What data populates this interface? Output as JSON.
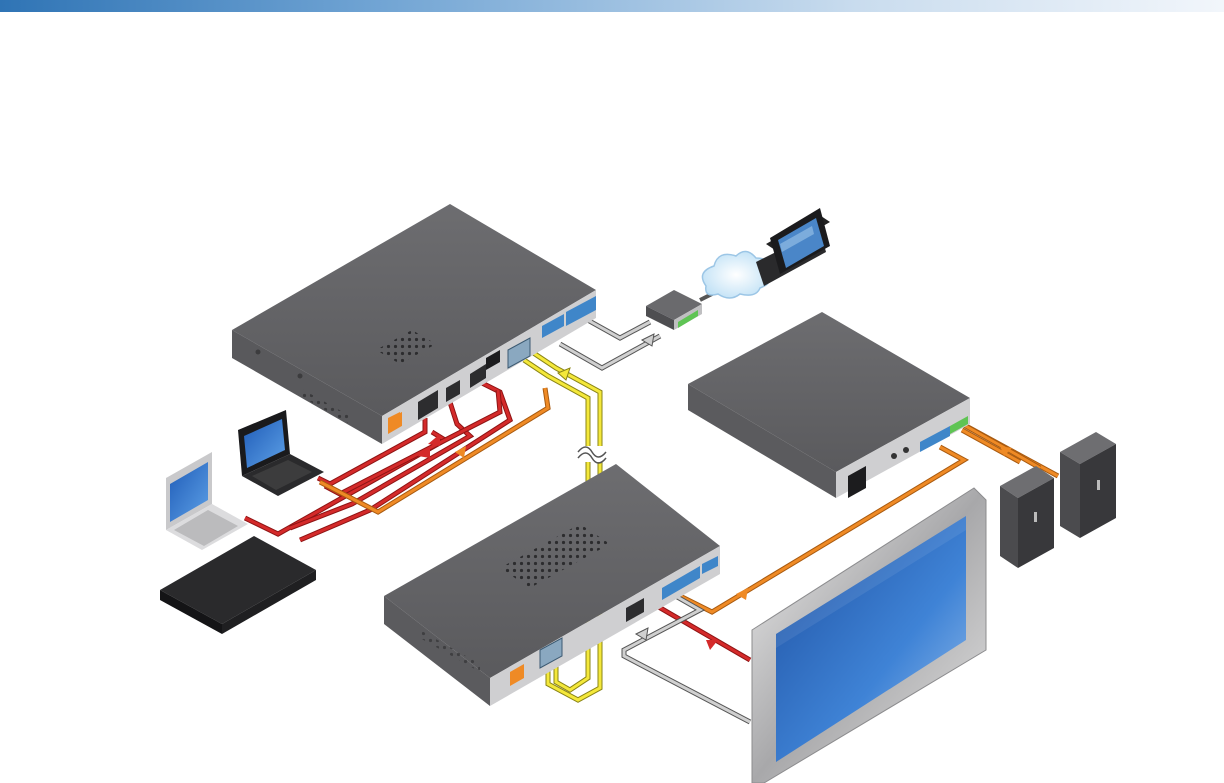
{
  "diagram": {
    "components": [
      {
        "id": "transmitter",
        "icon": "av-transmitter-icon"
      },
      {
        "id": "receiver",
        "icon": "av-receiver-icon"
      },
      {
        "id": "amplifier",
        "icon": "audio-amplifier-icon"
      },
      {
        "id": "ethernet-switch",
        "icon": "network-switch-icon"
      },
      {
        "id": "network",
        "icon": "cloud-icon"
      },
      {
        "id": "touch-panel",
        "icon": "touch-panel-icon"
      },
      {
        "id": "laptop-1",
        "icon": "laptop-icon"
      },
      {
        "id": "laptop-2",
        "icon": "laptop-icon"
      },
      {
        "id": "media-player",
        "icon": "media-player-icon"
      },
      {
        "id": "flat-panel-display",
        "icon": "flat-panel-display-icon"
      },
      {
        "id": "speaker-1",
        "icon": "speaker-icon"
      },
      {
        "id": "speaker-2",
        "icon": "speaker-icon"
      }
    ],
    "colors": {
      "video_cable": "#d42a2a",
      "audio_cable": "#ef8a25",
      "twisted_pair_cable": "#f4e83a",
      "control_cable": "#b8b8b8",
      "device_body": "#6b6b6d",
      "screen": "#2d6fc4"
    }
  }
}
